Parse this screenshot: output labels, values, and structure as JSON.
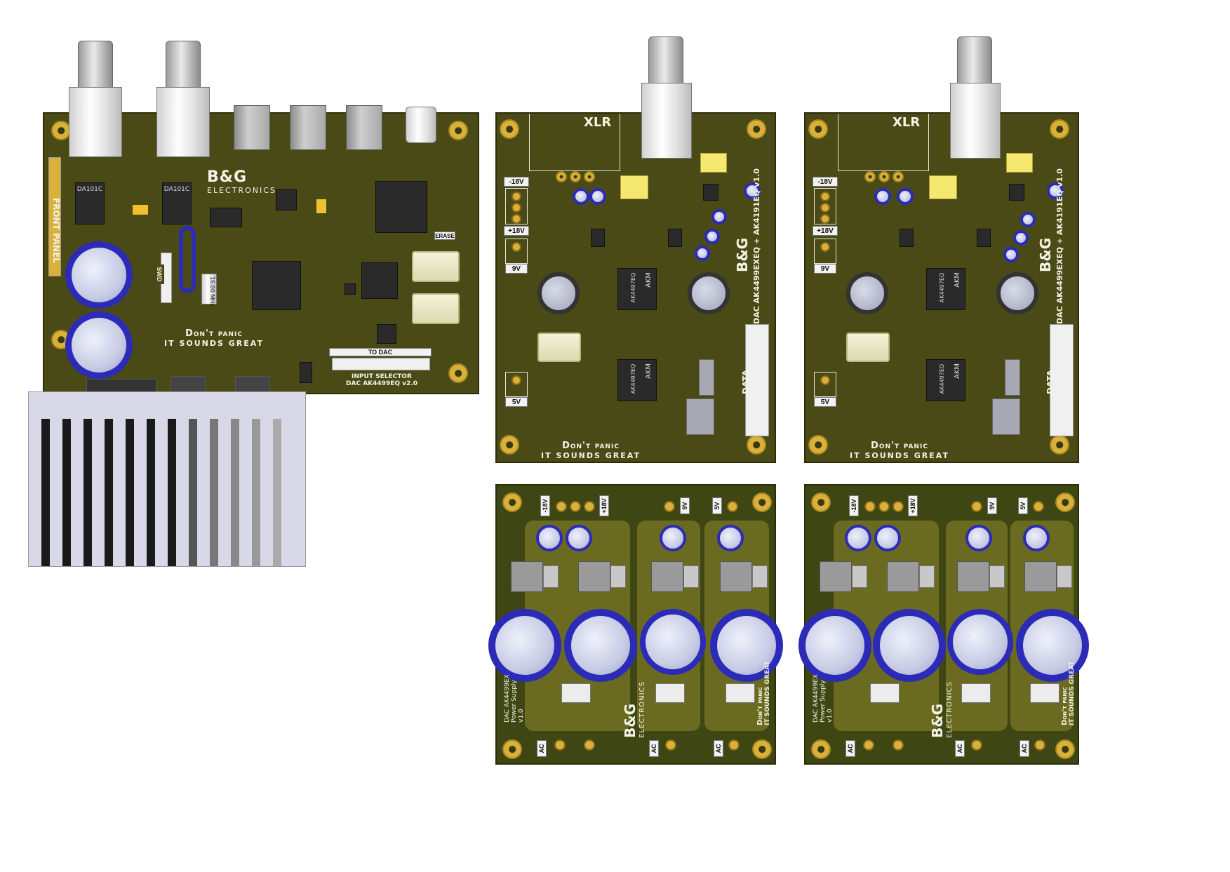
{
  "brand": {
    "logo_line1": "B&G",
    "logo_line2": "ELECTRONICS"
  },
  "slogan": {
    "line1": "Don't panic",
    "line2": "it sounds great"
  },
  "input_board": {
    "title_line1": "INPUT SELECTOR",
    "title_line2": "DAC AK4499EQ v2.0",
    "to_dac": "TO DAC",
    "front_panel": "FRONT PANEL",
    "swd": "SWD",
    "erase": "ERASE",
    "crystal": "16.00 MHz",
    "receiver": "DA101C"
  },
  "dac_boards": [
    {
      "xlr": "XLR",
      "title": "DAC AK4499EXEQ + AK4191EQ v1.0",
      "data": "DATA",
      "rail_neg": "-18V",
      "rail_pos": "+18V",
      "rail_9v": "9V",
      "rail_5v": "5V",
      "chip_brand": "AKM",
      "chip_model": "AK4497EQ"
    },
    {
      "xlr": "XLR",
      "title": "DAC AK4499EXEQ + AK4191EQ v1.0",
      "data": "DATA",
      "rail_neg": "-18V",
      "rail_pos": "+18V",
      "rail_9v": "9V",
      "rail_5v": "5V",
      "chip_brand": "AKM",
      "chip_model": "AK4497EQ"
    }
  ],
  "psu_boards": [
    {
      "title_line1": "DAC AK4499EX",
      "title_line2": "Power Supply",
      "title_line3": "v1.0",
      "out_neg": "-18V",
      "out_pos": "+18V",
      "out_9v": "9V",
      "out_5v": "5V",
      "ac": "AC"
    },
    {
      "title_line1": "DAC AK4499EX",
      "title_line2": "Power Supply",
      "title_line3": "v1.0",
      "out_neg": "-18V",
      "out_pos": "+18V",
      "out_9v": "9V",
      "out_5v": "5V",
      "ac": "AC"
    }
  ],
  "colors": {
    "pcb": "#4a4a16",
    "pad_gold": "#d9b13a",
    "cap_sleeve": "#2b2bb8"
  }
}
